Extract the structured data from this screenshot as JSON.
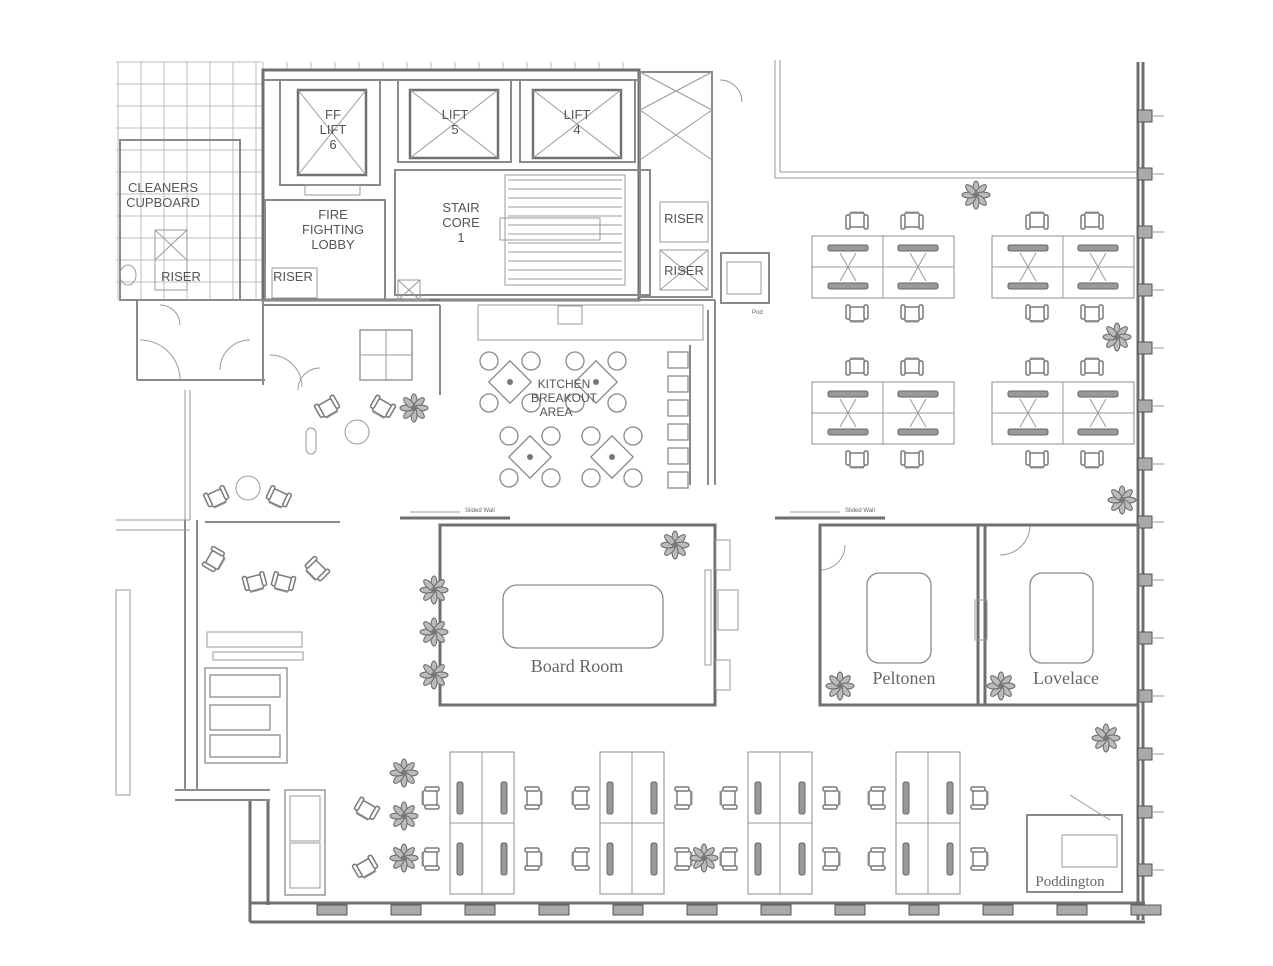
{
  "labels": {
    "ff_lift_6": [
      "FF",
      "LIFT",
      "6"
    ],
    "lift_5": [
      "LIFT",
      "5"
    ],
    "lift_4": [
      "LIFT",
      "4"
    ],
    "cleaners_cupboard": [
      "CLEANERS",
      "CUPBOARD"
    ],
    "fire_fighting_lobby": [
      "FIRE",
      "FIGHTING",
      "LOBBY"
    ],
    "stair_core": [
      "STAIR",
      "CORE",
      "1"
    ],
    "riser_1": "RISER",
    "riser_2": "RISER",
    "riser_3": "RISER",
    "riser_4": "RISER",
    "kitchen": [
      "KITCHEN",
      "BREAKOUT",
      "AREA"
    ],
    "pod": "Pod",
    "slide_wall_1": "Slided Wall",
    "slide_wall_2": "Slided Wall"
  },
  "rooms": {
    "board_room": "Board Room",
    "peltonen": "Peltonen",
    "lovelace": "Lovelace",
    "poddington": "Poddington"
  },
  "icons": {
    "plant": "plant-icon",
    "chair": "office-chair-icon",
    "column": "column-icon"
  },
  "colors": {
    "line": "#6f6f6f",
    "text": "#555555",
    "background": "#ffffff"
  }
}
